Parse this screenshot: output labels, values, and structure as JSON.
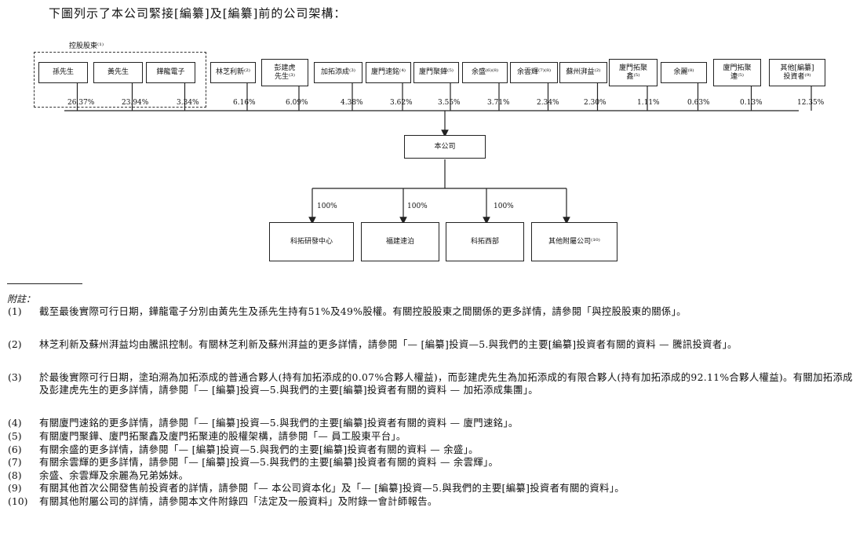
{
  "intro": "下圖列示了本公司緊接[編纂]及[編纂]前的公司架構：",
  "controlling_label": "控股股東⁽¹⁾",
  "shareholders": [
    {
      "name": "孫先生",
      "pct": "26.37%"
    },
    {
      "name": "黃先生",
      "pct": "23.94%"
    },
    {
      "name": "鏵龍電子",
      "pct": "3.34%"
    },
    {
      "name": "林芝利新⁽²⁾",
      "pct": "6.16%"
    },
    {
      "name": "彭建虎\n先生⁽³⁾",
      "pct": "6.09%"
    },
    {
      "name": "加拓添成⁽³⁾",
      "pct": "4.38%"
    },
    {
      "name": "廈門速銘⁽⁴⁾",
      "pct": "3.62%"
    },
    {
      "name": "廈門聚鏵⁽⁵⁾",
      "pct": "3.55%"
    },
    {
      "name": "余盛⁽⁶⁾⁽⁸⁾",
      "pct": "3.71%"
    },
    {
      "name": "余雲輝⁽⁷⁾⁽⁸⁾",
      "pct": "2.34%"
    },
    {
      "name": "蘇州湃益⁽²⁾",
      "pct": "2.30%"
    },
    {
      "name": "廈門拓聚\n鑫⁽⁵⁾",
      "pct": "1.11%"
    },
    {
      "name": "余麗⁽⁸⁾",
      "pct": "0.63%"
    },
    {
      "name": "廈門拓聚\n連⁽⁵⁾",
      "pct": "0.13%"
    },
    {
      "name": "其他[編纂]\n投資者⁽⁹⁾",
      "pct": "12.35%"
    }
  ],
  "company": "本公司",
  "subsidiaries": [
    {
      "name": "科拓研發中心",
      "pct": "100%"
    },
    {
      "name": "福建速泊",
      "pct": "100%"
    },
    {
      "name": "科拓西部",
      "pct": "100%"
    },
    {
      "name": "其他附屬公司⁽¹⁰⁾",
      "pct": ""
    }
  ],
  "notes_heading": "附註：",
  "notes": [
    {
      "num": "(1)",
      "text": "截至最後實際可行日期，鏵龍電子分別由黃先生及孫先生持有51%及49%股權。有關控股股東之間關係的更多詳情，請參閱「與控股股東的關係」。"
    },
    {
      "num": "(2)",
      "text": "林芝利新及蘇州湃益均由騰訊控制。有關林芝利新及蘇州湃益的更多詳情，請參閱「— [編纂]投資—5.與我們的主要[編纂]投資者有關的資料 — 騰訊投資者」。"
    },
    {
      "num": "(3)",
      "text": "於最後實際可行日期，塗珀溯為加拓添成的普通合夥人(持有加拓添成的0.07%合夥人權益)，而彭建虎先生為加拓添成的有限合夥人(持有加拓添成的92.11%合夥人權益)。有關加拓添成及彭建虎先生的更多詳情，請參閱「— [編纂]投資—5.與我們的主要[編纂]投資者有關的資料 — 加拓添成集團」。"
    },
    {
      "num": "(4)",
      "text": "有關廈門速銘的更多詳情，請參閱「— [編纂]投資—5.與我們的主要[編纂]投資者有關的資料 — 廈門速銘」。"
    },
    {
      "num": "(5)",
      "text": "有關廈門聚鏵、廈門拓聚鑫及廈門拓聚連的股權架構，請參閱「— 員工股東平台」。"
    },
    {
      "num": "(6)",
      "text": "有關余盛的更多詳情，請參閱「— [編纂]投資—5.與我們的主要[編纂]投資者有關的資料 — 余盛」。"
    },
    {
      "num": "(7)",
      "text": "有關余雲輝的更多詳情，請參閱「— [編纂]投資—5.與我們的主要[編纂]投資者有關的資料 — 余雲輝」。"
    },
    {
      "num": "(8)",
      "text": "余盛、余雲輝及余麗為兄弟姊妹。"
    },
    {
      "num": "(9)",
      "text": "有關其他首次公開發售前投資者的詳情，請參閱「— 本公司資本化」及「— [編纂]投資—5.與我們的主要[編纂]投資者有關的資料」。"
    },
    {
      "num": "(10)",
      "text": "有關其他附屬公司的詳情，請參閱本文件附錄四「法定及一般資料」及附錄一會計師報告。"
    }
  ]
}
